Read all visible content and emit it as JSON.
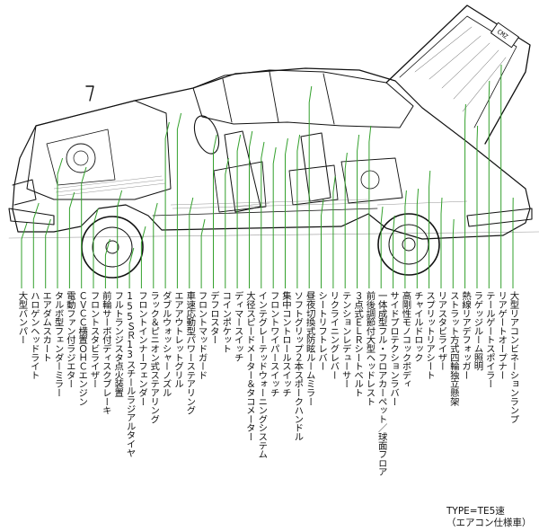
{
  "labels": [
    "大型バンパー",
    "ハロゲンヘッドライト",
    "エアダムスカート",
    "タルボ型フェンダーミラー",
    "電動ファン付ラジエター",
    "ＣＶＣＣ横置ＯＨＣエンジン",
    "フロントスタビライザー",
    "前輪サーボ付ディスクブレーキ",
    "フルトランジスタ点火装置",
    "155ＳＲ13スチールラジアルタイヤ",
    "フロントインナーフェンダー",
    "ラック＆ピニオン式ステアリング",
    "ダブルウォッシャーノズル",
    "エアアウトレットグリル",
    "車速応動型パワーステアリング",
    "フロントマッドガード",
    "デフロスター",
    "コインポケット",
    "ディマースイッチ",
    "大径スピードメーター＆タコメーター",
    "インテグレーテッドウォーニングシステム",
    "フロントワイパースイッチ",
    "集中コントロールスイッチ",
    "ソフトグリップ２本スポークハンドル",
    "昼夜切換式防眩ルームミラー",
    "シートリフトレバー",
    "リクライニングレバー",
    "テンションレデューサー",
    "３点式ＥＬＲシートベルト",
    "前後調節付大型ヘッドレスト",
    "一体成型フル・フロアカーペット／球面フロア",
    "サイドプロテクションラバー",
    "高剛性モノコックボディ",
    "チャイルドロック",
    "スプリットリアシート",
    "リアスタビライザー",
    "ストラット方式四輪独立懸架",
    "熱線リアデフォッガー",
    "ラゲッジルーム照明",
    "テールゲートスポイラー",
    "リアゲートオープナー",
    "大型リアコンビネーションランプ"
  ],
  "type_note": {
    "line1": "TYPE=TE5速",
    "line2": "（エアコン仕様車）"
  },
  "plate_text": "CMZ",
  "colors": {
    "leader": "#33a02c",
    "ink": "#111111"
  }
}
